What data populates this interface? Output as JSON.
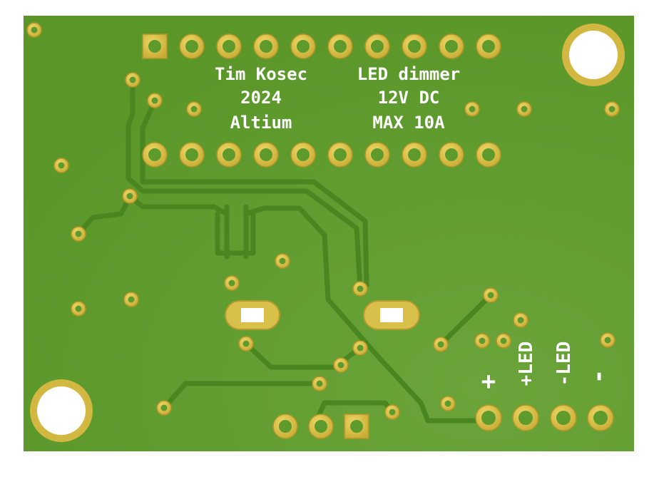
{
  "board": {
    "colors": {
      "substrate": "#5e9a2c",
      "trace": "#4d8a22",
      "copper": "#d8c04a",
      "copper_dark": "#b09628",
      "silk": "#ffffff",
      "mask_edge": "#3f7a1e"
    },
    "silkscreen": {
      "author": "Tim Kosec",
      "year": "2024",
      "tool": "Altium",
      "product": "LED dimmer",
      "voltage": "12V DC",
      "current": "MAX 10A",
      "pin_plus": "+",
      "pin_led_plus": "+LED",
      "pin_led_minus": "-LED",
      "pin_minus": "-"
    }
  }
}
